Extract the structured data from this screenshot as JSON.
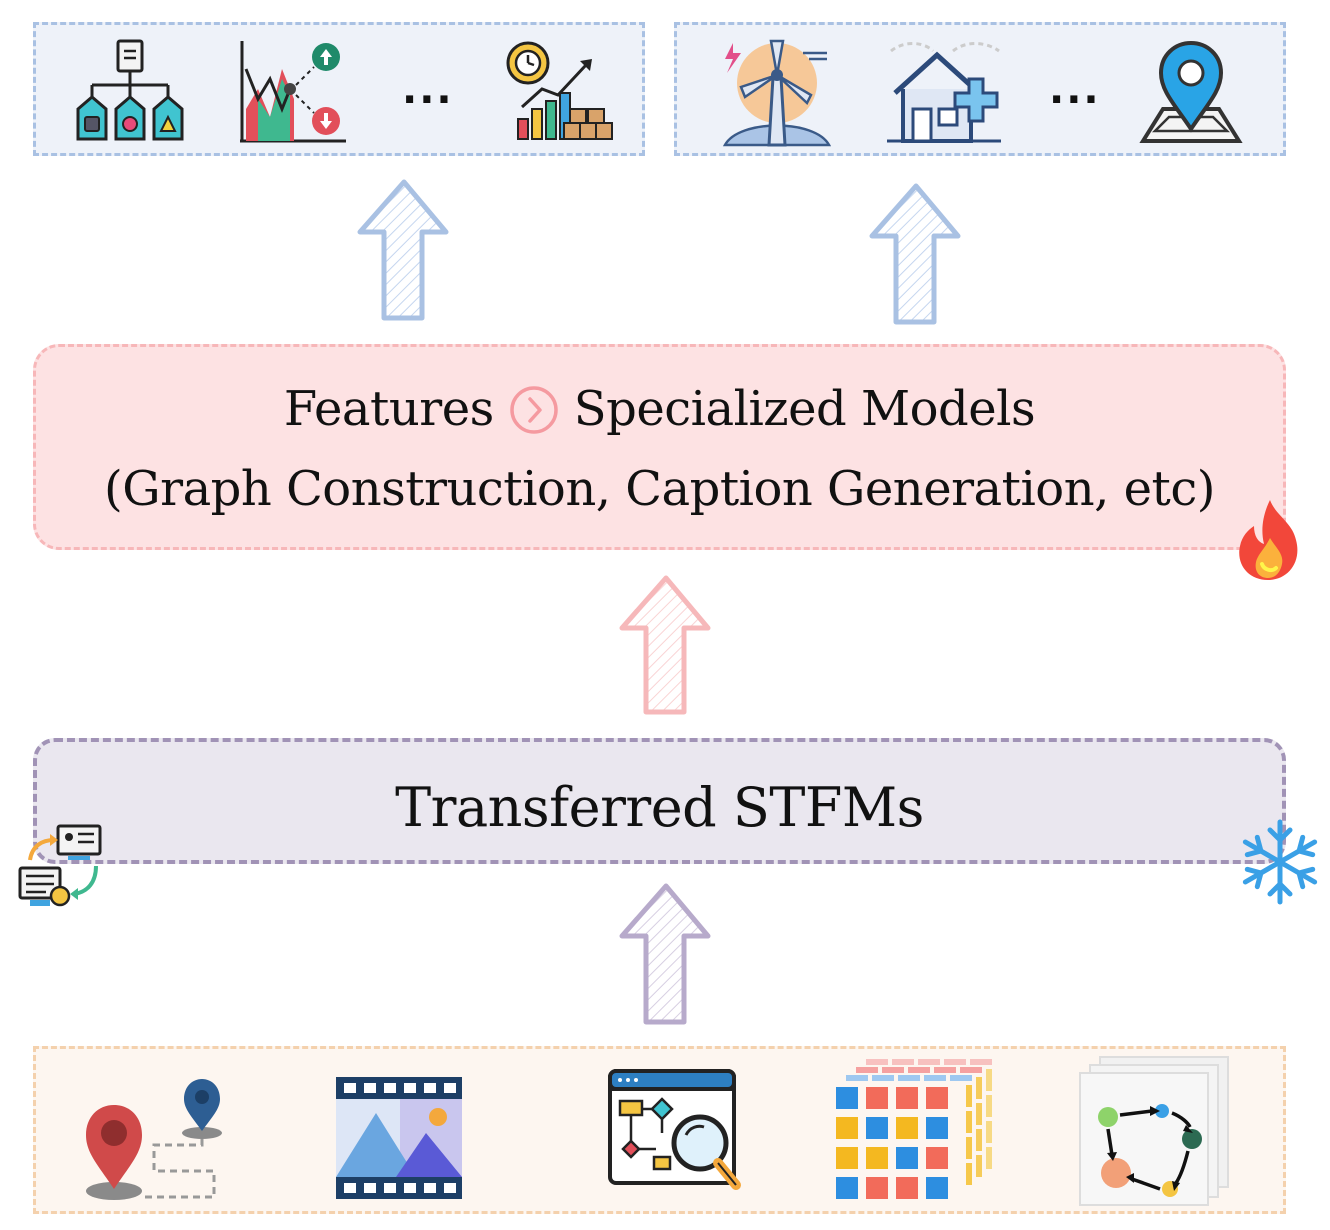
{
  "top_left_group": {
    "ellipsis": "...",
    "icons": [
      "hierarchy-tree-icon",
      "trend-up-down-chart-icon",
      "gear-growth-chart-icon"
    ]
  },
  "top_right_group": {
    "ellipsis": "...",
    "icons": [
      "wind-turbine-energy-icon",
      "house-health-icon",
      "map-location-pin-icon"
    ]
  },
  "features_box": {
    "line1_left": "Features",
    "line1_right": "Specialized Models",
    "line2": "(Graph Construction, Caption Generation, etc)",
    "badge_icon": "fire-icon"
  },
  "stfm_box": {
    "label": "Transferred STFMs",
    "badge_left_icon": "transfer-computers-icon",
    "badge_right_icon": "snowflake-icon"
  },
  "bottom_group": {
    "icons": [
      "location-route-icon",
      "image-film-strip-icon",
      "flowchart-search-icon",
      "grid-tensor-stack-icon",
      "graph-cycle-stack-icon"
    ]
  },
  "colors": {
    "blue_border": "#a9c1e3",
    "pink_fill": "#fde2e3",
    "pink_border": "#f7b7b9",
    "purple_border": "#a193b6",
    "purple_fill": "#eae7ef",
    "peach_border": "#f4d1ad",
    "arrow_blue": "#a9c1e3",
    "arrow_pink": "#f6b8ba",
    "arrow_purple": "#b7aacb"
  }
}
